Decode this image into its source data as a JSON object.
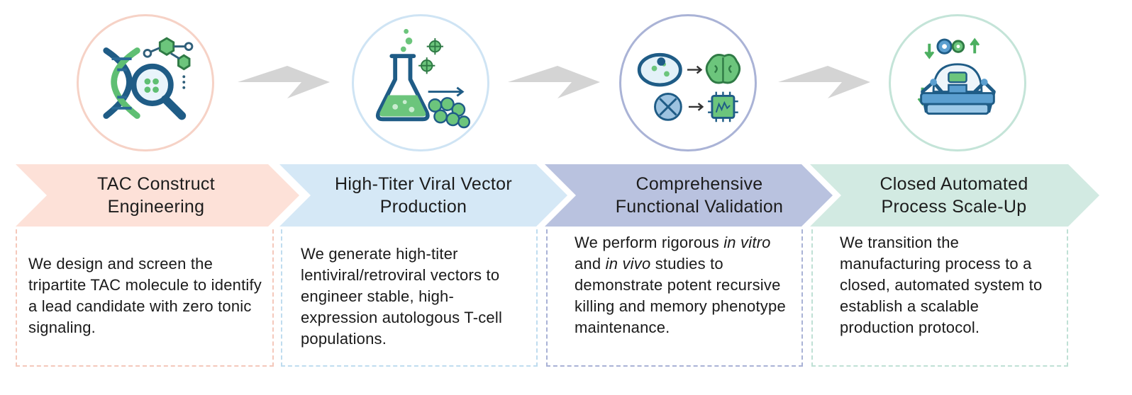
{
  "colors": {
    "step1": "#fde1d8",
    "step2": "#d5e8f6",
    "step3": "#b9c2df",
    "step4": "#d2eae2",
    "step1_border": "#f4c8bb",
    "step2_border": "#bfdcef",
    "step3_border": "#a9b2d6",
    "step4_border": "#bfe0d5",
    "arrow": "#d4d4d4",
    "accent_green": "#6cc57c",
    "accent_blue": "#2f6f96"
  },
  "steps": [
    {
      "icon": "dna-magnifier-icon",
      "title_line1": "TAC Construct",
      "title_line2": "Engineering",
      "desc": "We design and screen the tripartite TAC molecule to identify a lead candidate with zero tonic signaling."
    },
    {
      "icon": "flask-vector-icon",
      "title_line1": "High-Titer Viral Vector",
      "title_line2": "Production",
      "desc": "We generate high-titer lentiviral/retroviral vectors to engineer stable, high-expression autologous T-cell populations."
    },
    {
      "icon": "petri-brain-chip-icon",
      "title_line1": "Comprehensive",
      "title_line2": "Functional Validation",
      "desc_a": "We perform rigorous ",
      "desc_b": "in vitro",
      "desc_c": " and ",
      "desc_d": "in vivo",
      "desc_e": " studies to demonstrate potent recursive killing and memory phenotype maintenance."
    },
    {
      "icon": "robotic-bioreactor-icon",
      "title_line1": "Closed Automated",
      "title_line2": "Process Scale-Up",
      "desc": "We transition the manufacturing process to a closed, automated system to establish a scalable production protocol."
    }
  ]
}
